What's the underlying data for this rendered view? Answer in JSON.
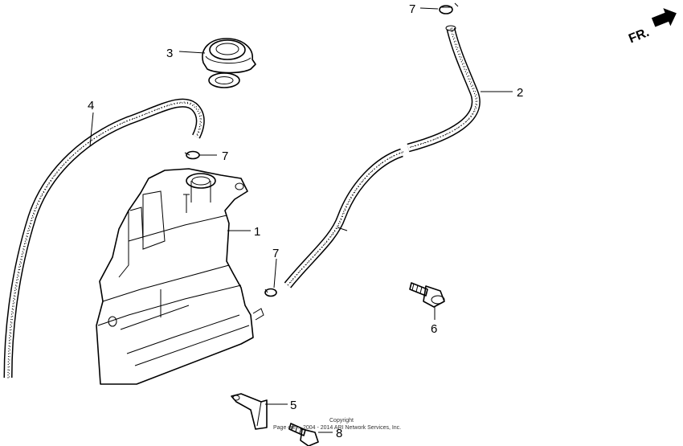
{
  "diagram": {
    "orientation_label": "FR.",
    "parts": [
      {
        "id": "1",
        "label": "1",
        "part": "reserve-tank"
      },
      {
        "id": "2",
        "label": "2",
        "part": "overflow-tube"
      },
      {
        "id": "3",
        "label": "3",
        "part": "reserve-tank-cap"
      },
      {
        "id": "4",
        "label": "4",
        "part": "siphon-tube"
      },
      {
        "id": "5",
        "label": "5",
        "part": "stay"
      },
      {
        "id": "6",
        "label": "6",
        "part": "flange-bolt"
      },
      {
        "id": "7a",
        "label": "7",
        "part": "tube-clip"
      },
      {
        "id": "7b",
        "label": "7",
        "part": "tube-clip"
      },
      {
        "id": "7c",
        "label": "7",
        "part": "tube-clip"
      },
      {
        "id": "8",
        "label": "8",
        "part": "flange-bolt"
      }
    ],
    "copyright": {
      "line1": "Copyright",
      "line2": "Page cre… 2004 - 2014 ARI Network Services, Inc."
    }
  }
}
